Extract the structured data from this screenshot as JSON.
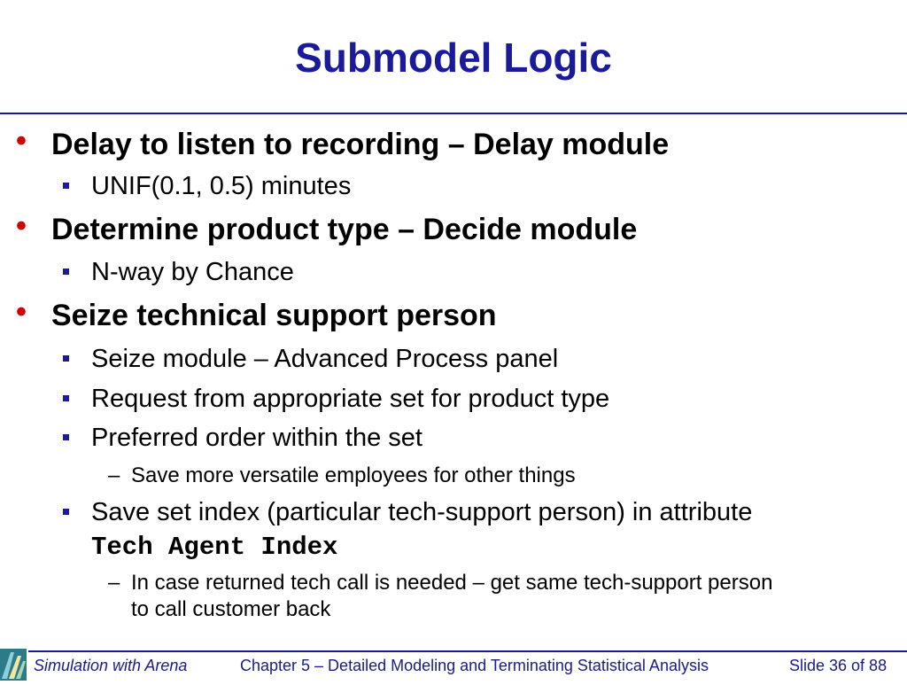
{
  "slide": {
    "title": "Submodel Logic"
  },
  "bullets": [
    {
      "text": "Delay to listen to recording – Delay module"
    },
    {
      "text": "UNIF(0.1, 0.5) minutes"
    },
    {
      "text": "Determine product type – Decide module"
    },
    {
      "text": "N-way by Chance"
    },
    {
      "text": "Seize technical support person"
    },
    {
      "text": "Seize module – Advanced Process panel"
    },
    {
      "text": "Request from appropriate set for product type"
    },
    {
      "text": "Preferred order within the set"
    },
    {
      "text": "Save more versatile employees for other things"
    },
    {
      "text": "Save set index (particular tech-support person) in attribute",
      "code": "Tech Agent Index"
    },
    {
      "text": "In case returned tech call is needed – get same tech-support person",
      "cont": "to call customer back"
    }
  ],
  "bullet_glyphs": {
    "level1": "•",
    "level3": "–"
  },
  "footer": {
    "left": "Simulation with Arena",
    "center": "Chapter 5 – Detailed Modeling and Terminating Statistical Analysis",
    "right": "Slide 36 of 88"
  },
  "colors": {
    "title": "#1a1a9a",
    "bullet_l1": "#d40000",
    "bullet_l2": "#1a1a9a",
    "rule": "#1a1a8a",
    "logo": "#2c7b8a"
  }
}
